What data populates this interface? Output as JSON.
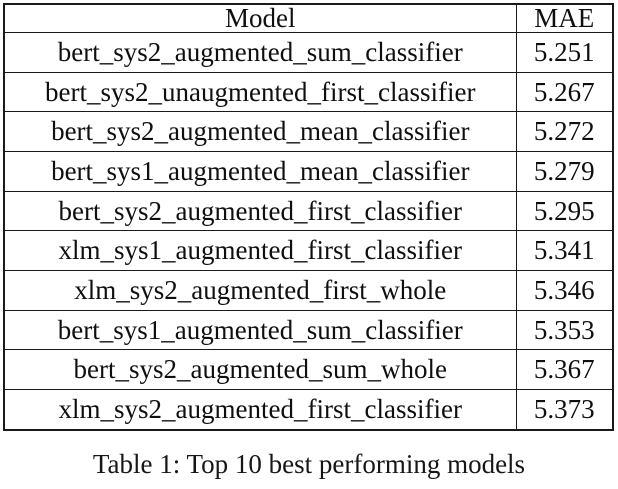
{
  "page": {
    "background": "#ffffff",
    "text_color": "#0f0f0f",
    "border_color": "#1a1a1a"
  },
  "table": {
    "column_headers": [
      "Model",
      "MAE"
    ],
    "rows": [
      {
        "model": "bert_sys2_augmented_sum_classifier",
        "mae": "5.251"
      },
      {
        "model": "bert_sys2_unaugmented_first_classifier",
        "mae": "5.267"
      },
      {
        "model": "bert_sys2_augmented_mean_classifier",
        "mae": "5.272"
      },
      {
        "model": "bert_sys1_augmented_mean_classifier",
        "mae": "5.279"
      },
      {
        "model": "bert_sys2_augmented_first_classifier",
        "mae": "5.295"
      },
      {
        "model": "xlm_sys1_augmented_first_classifier",
        "mae": "5.341"
      },
      {
        "model": "xlm_sys2_augmented_first_whole",
        "mae": "5.346"
      },
      {
        "model": "bert_sys1_augmented_sum_classifier",
        "mae": "5.353"
      },
      {
        "model": "bert_sys2_augmented_sum_whole",
        "mae": "5.367"
      },
      {
        "model": "xlm_sys2_augmented_first_classifier",
        "mae": "5.373"
      }
    ]
  },
  "caption": {
    "text": "Table 1: Top 10 best performing models",
    "clipped": "true"
  },
  "chart_data": {
    "type": "table",
    "title": "Table 1: Top 10 best performing models",
    "categories": [
      "bert_sys2_augmented_sum_classifier",
      "bert_sys2_unaugmented_first_classifier",
      "bert_sys2_augmented_mean_classifier",
      "bert_sys1_augmented_mean_classifier",
      "bert_sys2_augmented_first_classifier",
      "xlm_sys1_augmented_first_classifier",
      "xlm_sys2_augmented_first_whole",
      "bert_sys1_augmented_sum_classifier",
      "bert_sys2_augmented_sum_whole",
      "xlm_sys2_augmented_first_classifier"
    ],
    "values": [
      5.251,
      5.267,
      5.272,
      5.279,
      5.295,
      5.341,
      5.346,
      5.353,
      5.367,
      5.373
    ],
    "ylabel": "MAE"
  }
}
